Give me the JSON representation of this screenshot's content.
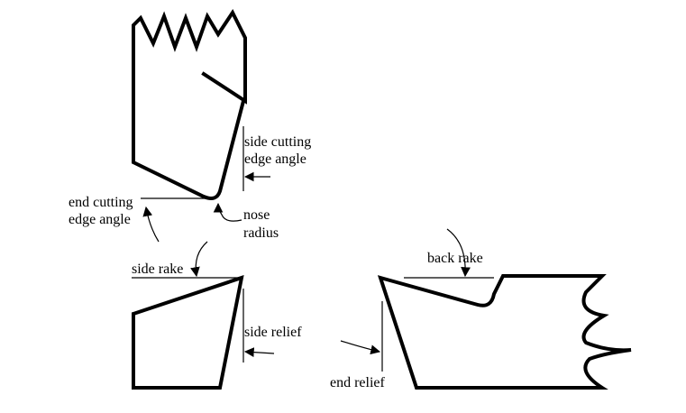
{
  "labels": {
    "side_cutting_edge_angle_line1": "side cutting",
    "side_cutting_edge_angle_line2": "edge angle",
    "end_cutting_edge_angle_line1": "end cutting",
    "end_cutting_edge_angle_line2": "edge angle",
    "nose_radius_line1": "nose",
    "nose_radius_line2": "radius",
    "side_rake": "side rake",
    "side_relief": "side relief",
    "back_rake": "back rake",
    "end_relief": "end relief"
  }
}
